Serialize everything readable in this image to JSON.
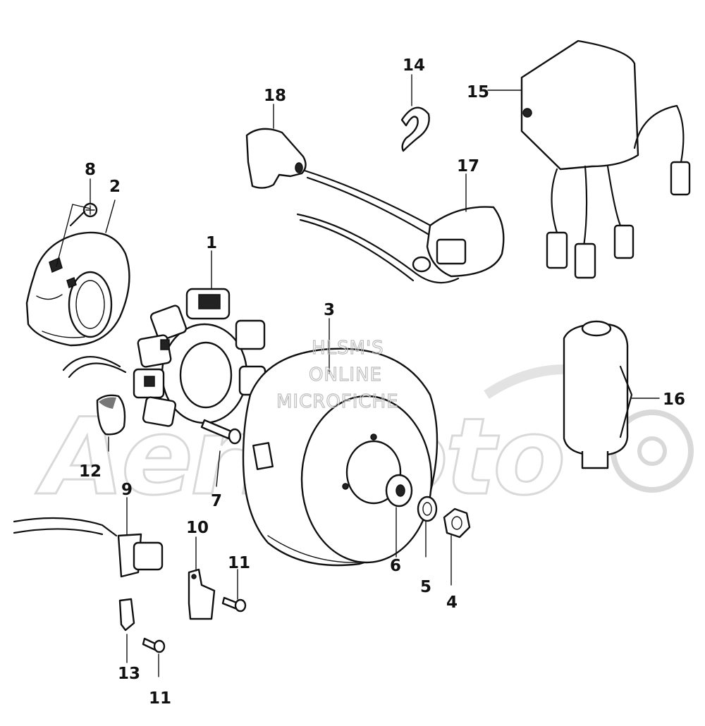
{
  "watermark": {
    "lines": [
      "HLSM'S",
      "ONLINE",
      "MICROFICHE"
    ],
    "brand": "AeriMoto"
  },
  "callouts": {
    "c1": "1",
    "c2": "2",
    "c3": "3",
    "c4": "4",
    "c5": "5",
    "c6": "6",
    "c7": "7",
    "c8": "8",
    "c9": "9",
    "c10": "10",
    "c11a": "11",
    "c11b": "11",
    "c12": "12",
    "c13": "13",
    "c14": "14",
    "c15": "15",
    "c16": "16",
    "c17": "17",
    "c18": "18"
  }
}
